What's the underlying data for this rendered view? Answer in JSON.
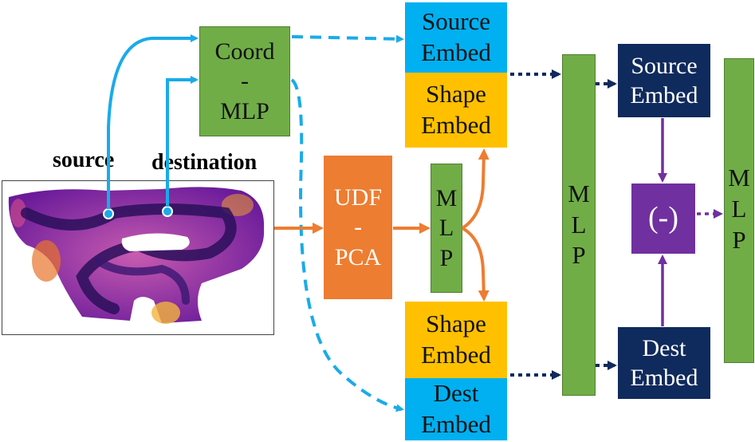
{
  "labels": {
    "source": "source",
    "destination": "destination"
  },
  "coord_mlp": {
    "line1": "Coord",
    "line2": "-",
    "line3": "MLP"
  },
  "udf_pca": {
    "line1": "UDF",
    "line2": "-",
    "line3": "PCA"
  },
  "mlp_small": [
    "M",
    "L",
    "P"
  ],
  "mlp_big": [
    "M",
    "L",
    "P"
  ],
  "mlp_right": [
    "M",
    "L",
    "P"
  ],
  "source_embed_top": {
    "line1": "Source",
    "line2": "Embed"
  },
  "shape_embed_top": {
    "line1": "Shape",
    "line2": "Embed"
  },
  "shape_embed_bottom": {
    "line1": "Shape",
    "line2": "Embed"
  },
  "dest_embed_bottom": {
    "line1": "Dest",
    "line2": "Embed"
  },
  "source_embed_right": {
    "line1": "Source",
    "line2": "Embed"
  },
  "dest_embed_right": {
    "line1": "Dest",
    "line2": "Embed"
  },
  "diff_op": {
    "label": "(-)"
  },
  "colors": {
    "green": "#70ad47",
    "blue": "#00b0f0",
    "yellow": "#ffc000",
    "orange": "#ed7d31",
    "navy": "#0f2a5c",
    "purple": "#7030a0",
    "arrow_blue": "#1aabe8",
    "arrow_orange": "#ed7d31",
    "arrow_navy": "#0f2a5c",
    "arrow_purple": "#7030a0"
  }
}
